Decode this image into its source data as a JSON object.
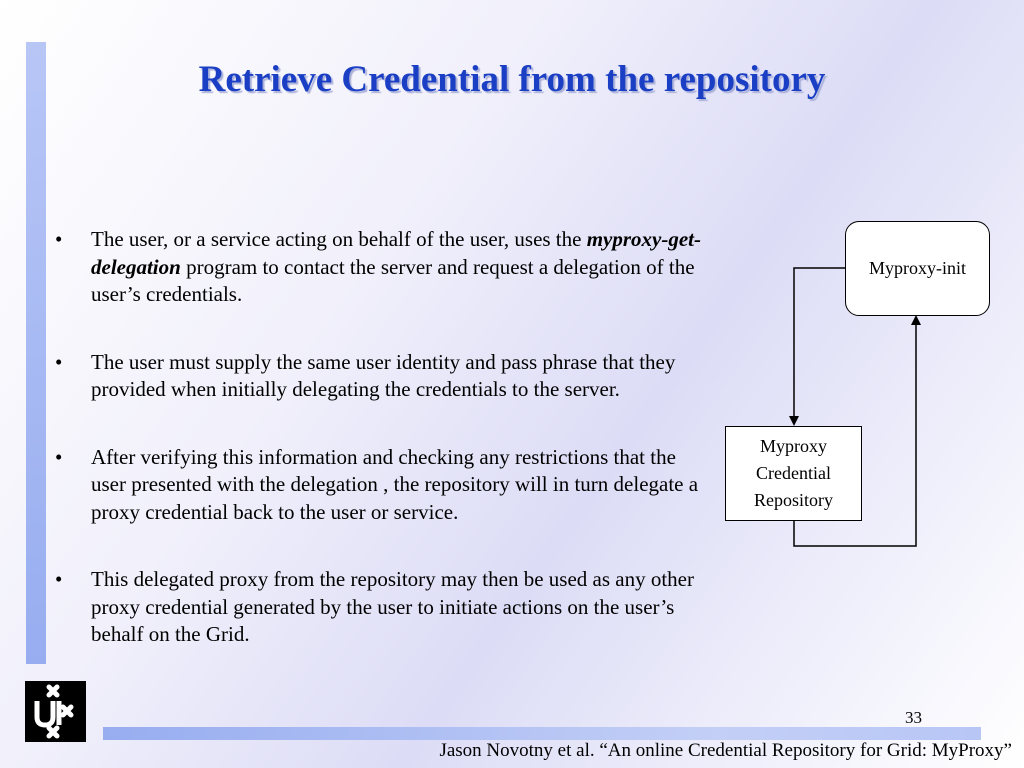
{
  "slide": {
    "title": "Retrieve Credential from the repository",
    "bullets": [
      {
        "mark": "•",
        "before": "The user, or a service acting on behalf of the user, uses the ",
        "emphasis": "myproxy-get-delegation",
        "after": " program to contact the server and request a delegation of the user’s credentials."
      },
      {
        "mark": "•",
        "text": "The user must supply the same user identity and pass phrase that they provided when initially delegating the credentials to the server."
      },
      {
        "mark": "•",
        "text": "After verifying this information and checking any restrictions that the user presented with the delegation , the repository will in turn delegate a proxy credential back to the user or service."
      },
      {
        "mark": "•",
        "text": "This delegated proxy from the repository may then be used as any other proxy credential generated by the user to initiate actions on the user’s behalf on the Grid."
      }
    ],
    "diagram": {
      "init_label": "Myproxy-init",
      "repo_label_lines": [
        "Myproxy",
        "Credential",
        "Repository"
      ]
    },
    "page_number": "33",
    "footer": "Jason Novotny et al. “An online Credential Repository for Grid: MyProxy”"
  },
  "colors": {
    "title": "#1a3fc4",
    "accent_bar": "#97adf0"
  },
  "icons": {
    "logo": "university-logo-icon"
  }
}
